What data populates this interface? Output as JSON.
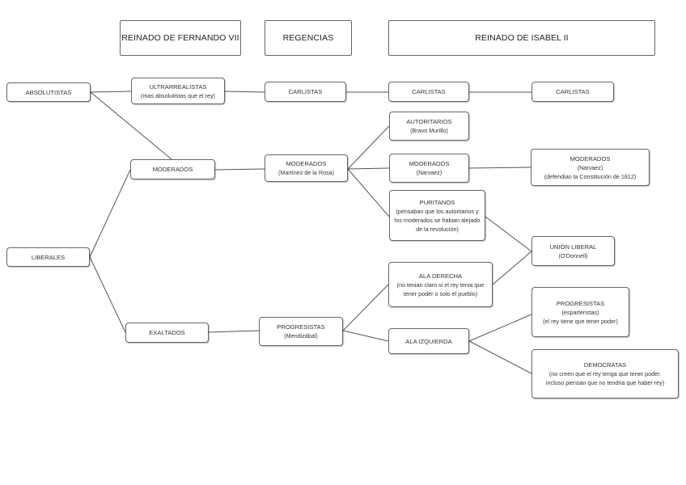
{
  "headers": {
    "fernando": "REINADO DE FERNANDO VII",
    "regencias": "REGENCIAS",
    "isabel": "REINADO DE ISABEL II"
  },
  "nodes": {
    "absolutistas": {
      "title": "ABSOLUTISTAS"
    },
    "liberales": {
      "title": "LIBERALES"
    },
    "ultrarrealistas": {
      "title": "ULTRARREALISTAS",
      "sub": "(mas absolutistas que el rey)"
    },
    "moderados_fernando": {
      "title": "MODERADOS"
    },
    "exaltados": {
      "title": "EXALTADOS"
    },
    "carlistas_regencias": {
      "title": "CARLISTAS"
    },
    "moderados_regencias": {
      "title": "MODERADOS",
      "sub": "(Martínez de la Rosa)"
    },
    "progresistas_regencias": {
      "title": "PROGRESISTAS",
      "sub": "(Mendizábal)"
    },
    "carlistas_isabel1": {
      "title": "CARLISTAS"
    },
    "autoritarios": {
      "title": "AUTORITARIOS",
      "sub": "(Bravo Murillo)"
    },
    "moderados_narvaez": {
      "title": "MODERADOS",
      "sub": "(Narvaez)"
    },
    "puritanos": {
      "title": "PURITANOS",
      "sub": "(pensaban que los autoritarios y los moderados se habian alejado de la revolución)"
    },
    "ala_derecha": {
      "title": "ALA DERECHA",
      "sub": "(no tenian claro si el rey tenia que tener poder o solo el pueblo)"
    },
    "ala_izquierda": {
      "title": "ALA IZQUIERDA"
    },
    "carlistas_isabel2": {
      "title": "CARLISTAS"
    },
    "moderados_final": {
      "title": "MODERADOS",
      "sub": "(Narvaez)",
      "sub2": "(defendian la Constitución de 1812)"
    },
    "union_liberal": {
      "title": "UNIÓN LIBERAL",
      "sub": "(O'Donnell)"
    },
    "progresistas_final": {
      "title": "PROGRESISTAS",
      "sub": "(esparteristas)",
      "sub2": "(el rey tiene que tener poder)"
    },
    "democratas": {
      "title": "DEMOCRATAS",
      "sub": "(no creen que el rey tenga que tener poder.",
      "sub2": "incluso piensan que no tendria que haber rey)"
    }
  }
}
